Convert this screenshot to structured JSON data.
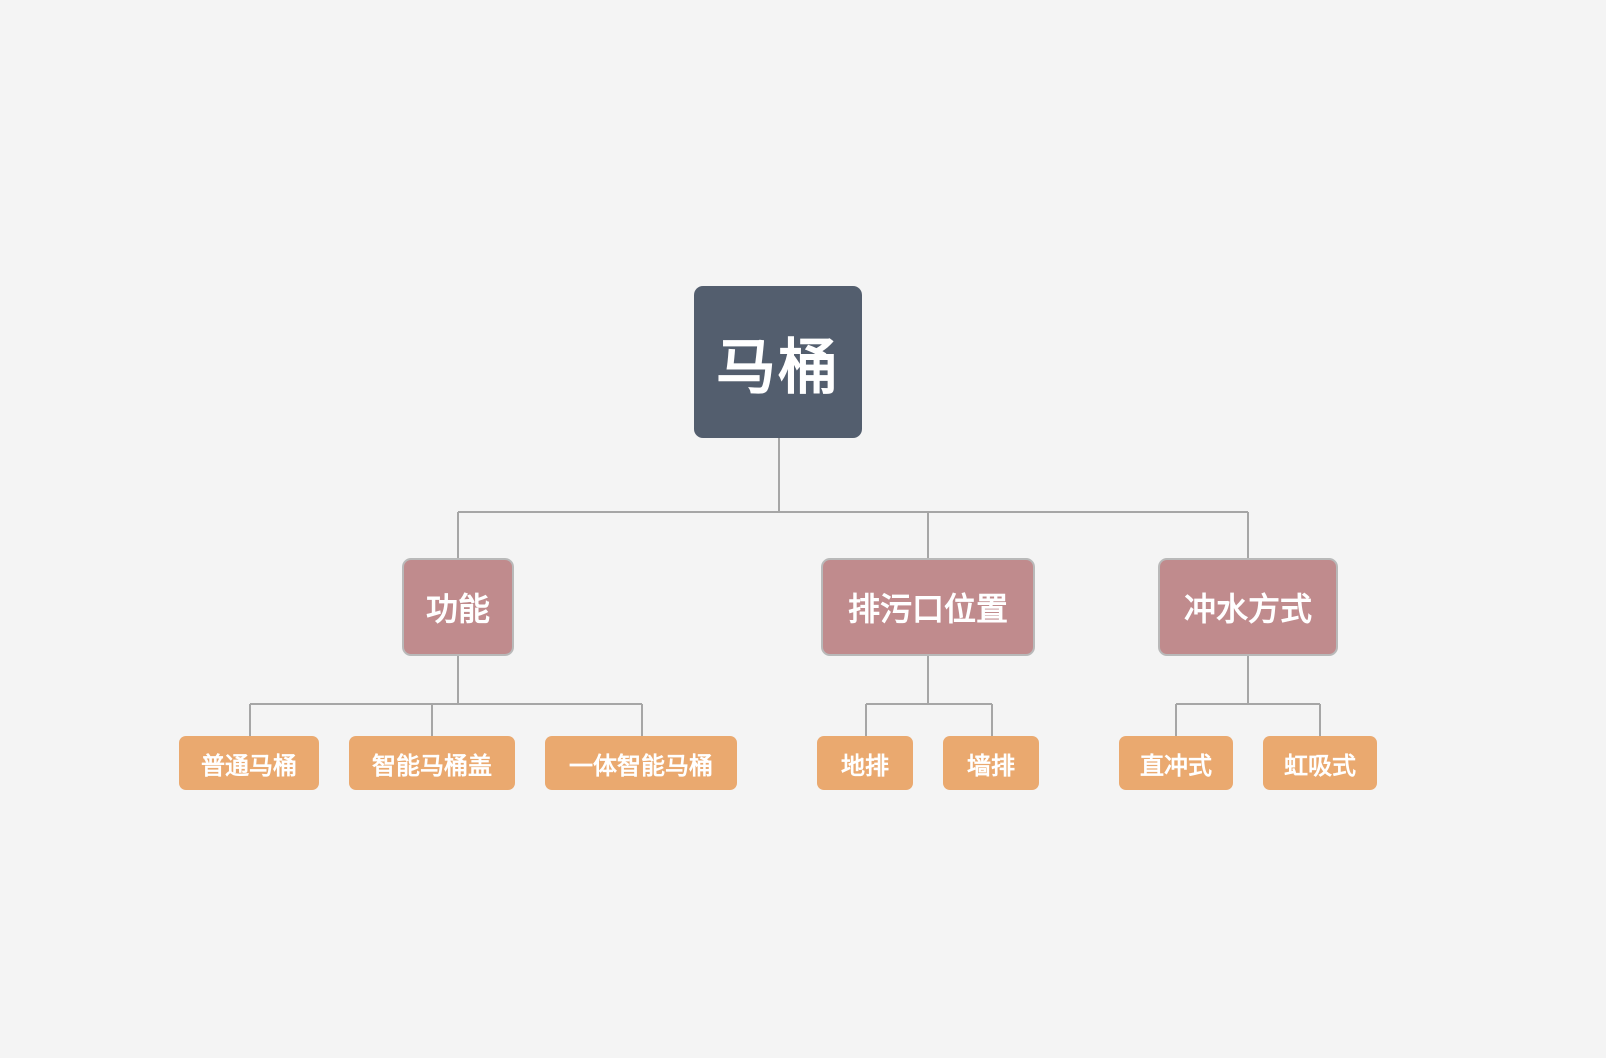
{
  "colors": {
    "background": "#f4f4f4",
    "root": "#535e6e",
    "category": "#c08b8d",
    "leaf": "#eaa96f",
    "connector": "#a6a6a6"
  },
  "root": {
    "label": "马桶"
  },
  "categories": [
    {
      "label": "功能",
      "children": [
        {
          "label": "普通马桶"
        },
        {
          "label": "智能马桶盖"
        },
        {
          "label": "一体智能马桶"
        }
      ]
    },
    {
      "label": "排污口位置",
      "children": [
        {
          "label": "地排"
        },
        {
          "label": "墙排"
        }
      ]
    },
    {
      "label": "冲水方式",
      "children": [
        {
          "label": "直冲式"
        },
        {
          "label": "虹吸式"
        }
      ]
    }
  ]
}
